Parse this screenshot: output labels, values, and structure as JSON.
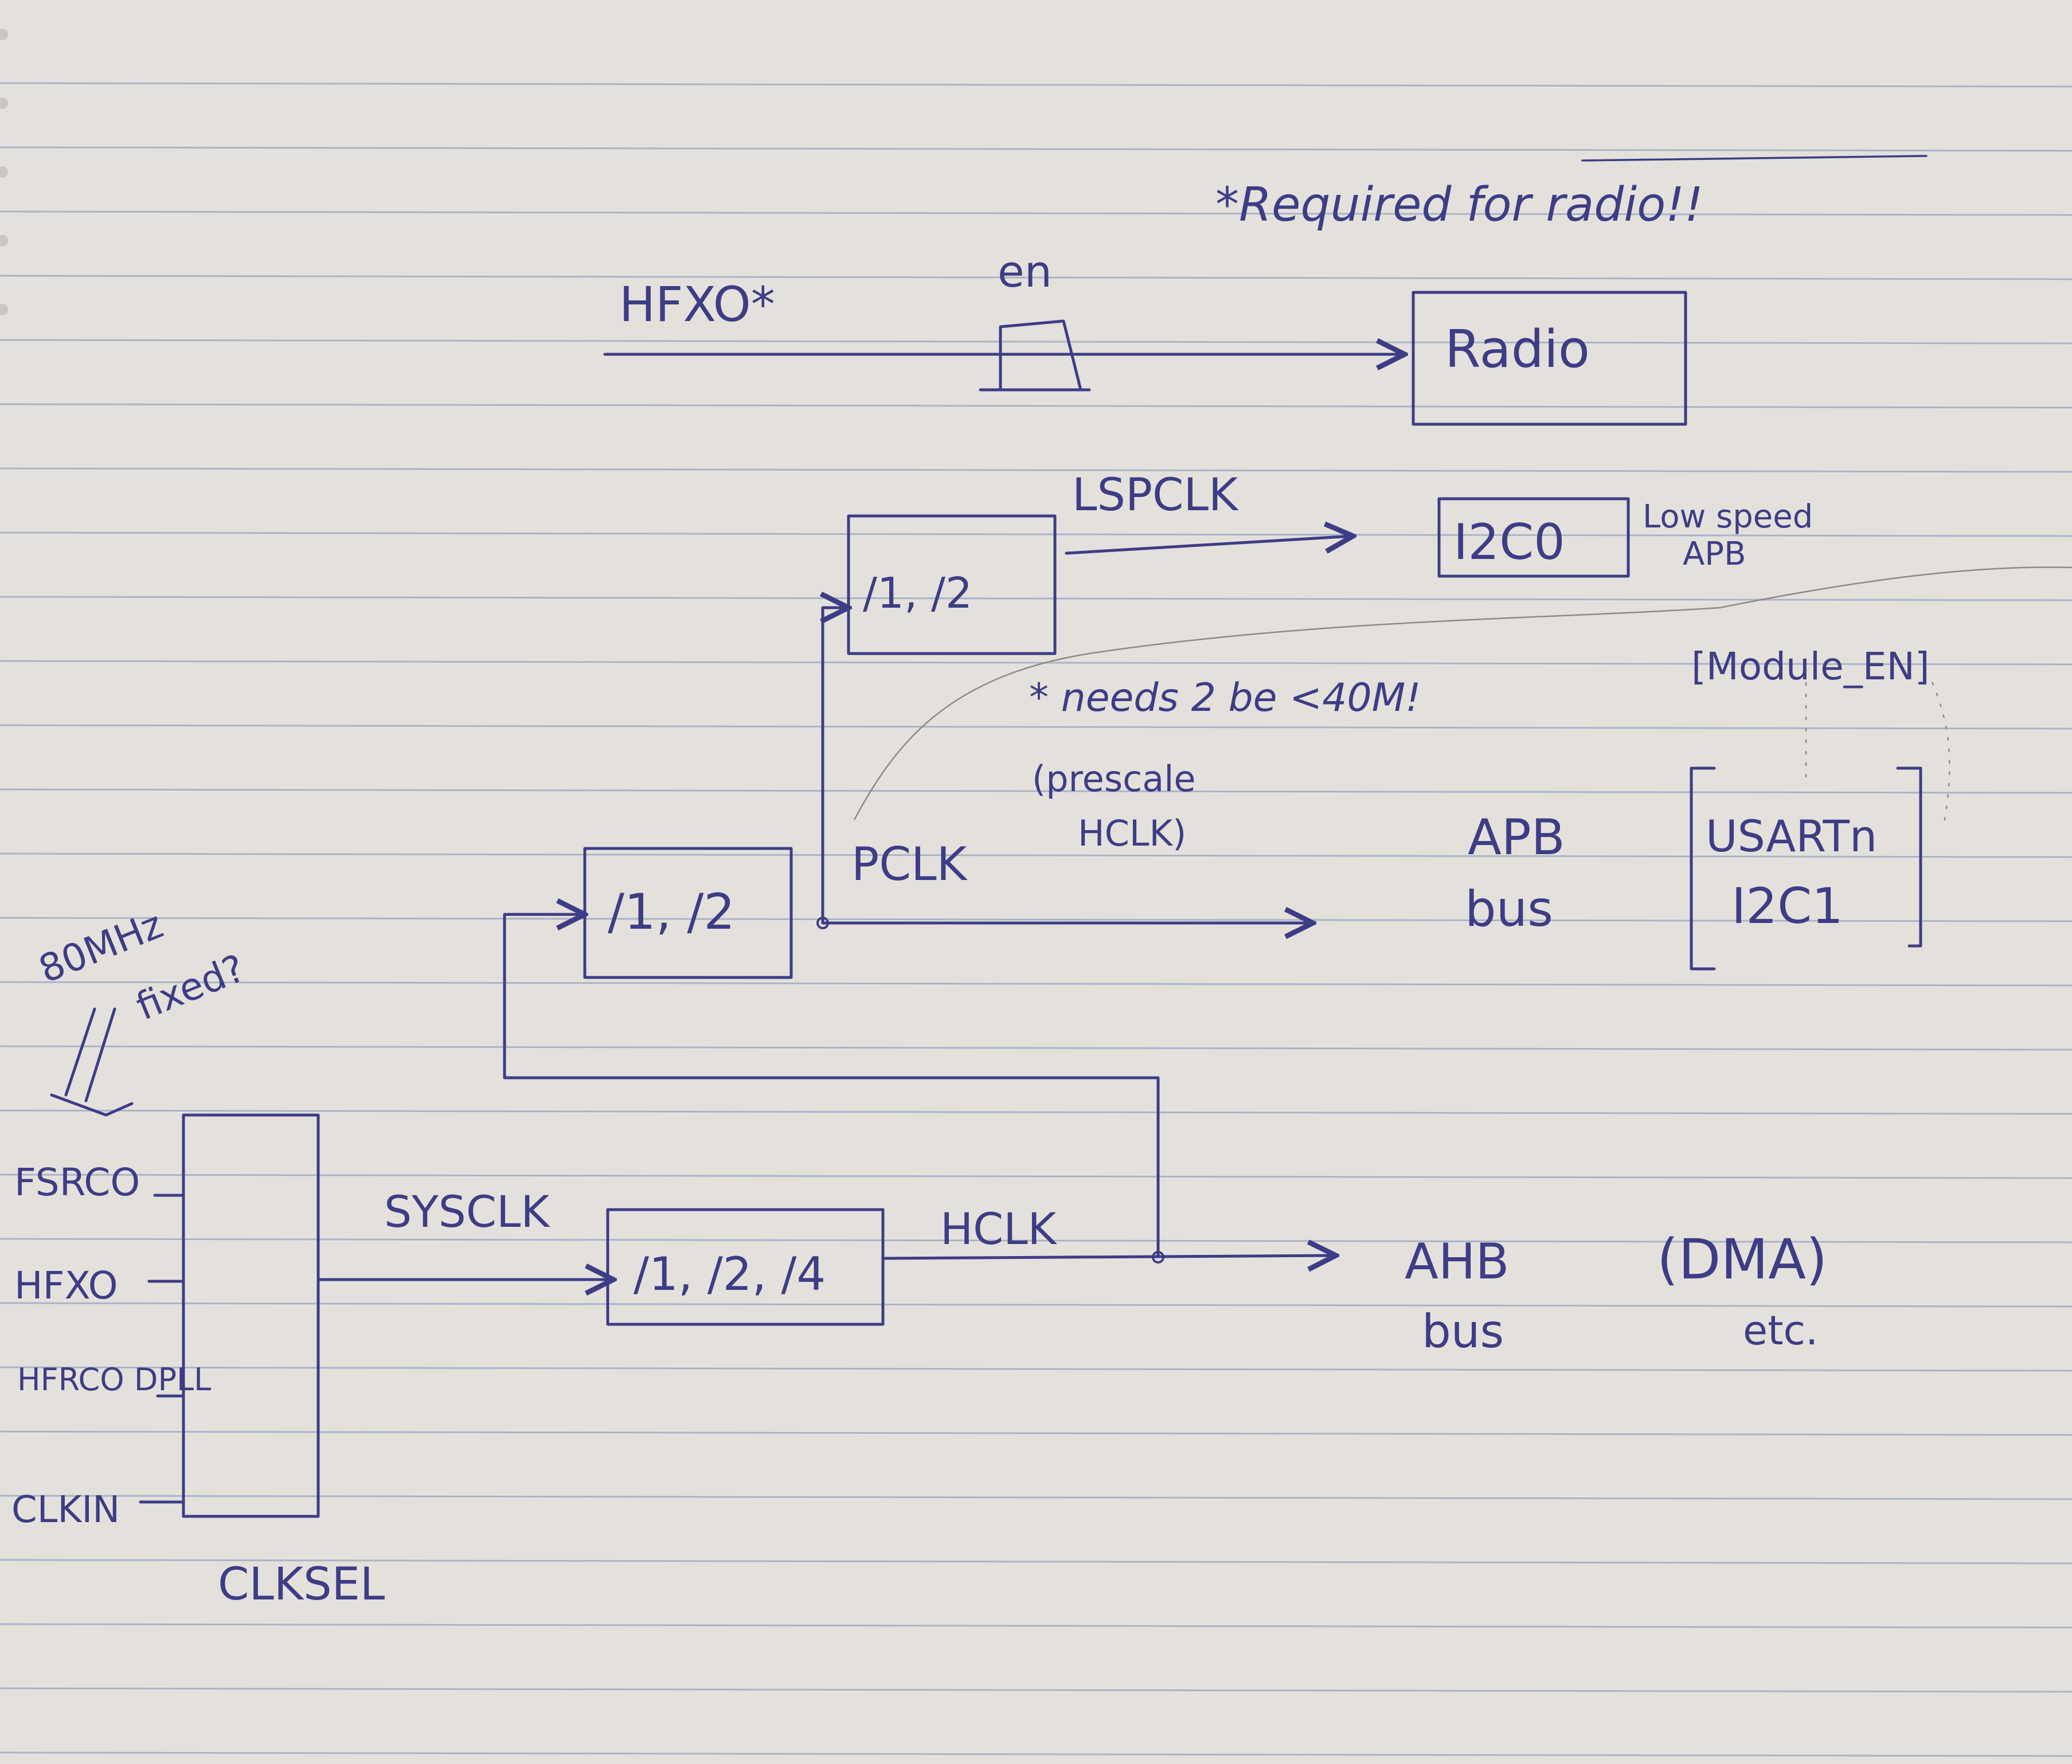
{
  "notes": {
    "required_note": "*Required for radio!!",
    "hfxo_source": "HFXO*",
    "en_label": "en",
    "radio_block": "Radio",
    "lspclk_label": "LSPCLK",
    "i2c0_block": "I2C0",
    "low_speed_apb_line1": "Low speed",
    "low_speed_apb_line2": "APB",
    "module_en": "[Module_EN]",
    "lspclk_divider": "/1, /2",
    "needs_note": "* needs 2 be <40M!",
    "prescale_line1": "(prescale",
    "prescale_line2": "HCLK)",
    "pclk_label": "PCLK",
    "pclk_divider": "/1, /2",
    "apb_bus_line1": "APB",
    "apb_bus_line2": "bus",
    "usart_line1": "USARTn",
    "usart_line2": "I2C1",
    "freq_question_line1": "80MHz",
    "freq_question_line2": "fixed?",
    "mux_inputs": [
      "FSRCO",
      "HFXO",
      "HFRCO DPLL",
      "CLKIN"
    ],
    "mux_label": "CLKSEL",
    "sysclk_label": "SYSCLK",
    "hclk_divider": "/1, /2, /4",
    "hclk_label": "HCLK",
    "ahb_bus_line1": "AHB",
    "ahb_bus_line2": "bus",
    "dma_line1": "(DMA)",
    "dma_line2": "etc."
  }
}
